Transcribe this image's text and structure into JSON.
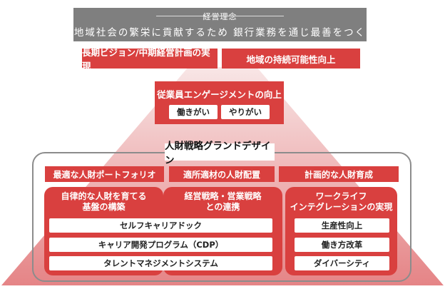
{
  "philosophy": {
    "title": "経営理念",
    "statement": "地域社会の繁栄に貢献するため 銀行業務を通じ最善をつくす"
  },
  "top_row": [
    "長期ビジョン/中期経営計画の実現",
    "地域の持続可能性向上"
  ],
  "engagement": {
    "title": "従業員エンゲージメントの向上",
    "items": [
      "働きがい",
      "やりがい"
    ]
  },
  "design": {
    "title": "人財戦略グランドデザイン",
    "row": [
      "最適な人財ポートフォリオ",
      "適所適材の人財配置",
      "計画的な人財育成"
    ],
    "columns": [
      {
        "title": "自律的な人財を育てる\n基盤の構築"
      },
      {
        "title": "経営戦略・営業戦略\nとの連携"
      },
      {
        "title": "ワークライフ\nインテグレーションの実現"
      }
    ],
    "shared_items": [
      "セルフキャリアドック",
      "キャリア開発プログラム（CDP）",
      "タレントマネジメントシステム"
    ],
    "wl_items": [
      "生産性向上",
      "働き方改革",
      "ダイバーシティ"
    ]
  },
  "colors": {
    "accent": "#d9403f",
    "pyramid_top": "#f6dddd",
    "pyramid_bottom": "#e7898a",
    "banner": "#7f7f7f"
  }
}
